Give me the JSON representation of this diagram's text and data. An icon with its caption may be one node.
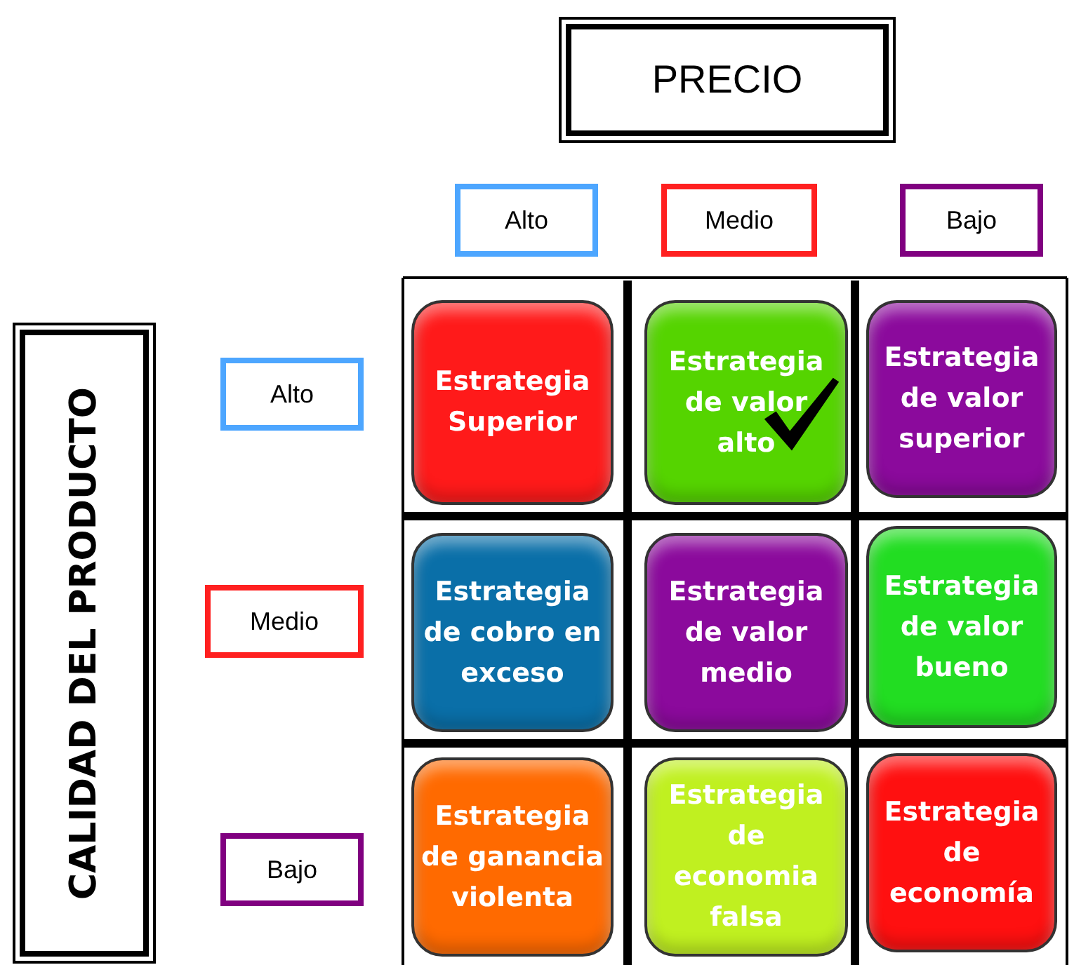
{
  "diagram": {
    "nodes": [
      {
        "text": [
          "PRECIO"
        ]
      },
      {
        "text": [
          "Alto"
        ]
      },
      {
        "text": [
          "Medio"
        ]
      },
      {
        "text": [
          "Bajo"
        ]
      },
      {
        "text": [
          "CALIDAD DEL PRODUCTO"
        ]
      },
      {
        "text": [
          "Alto"
        ]
      },
      {
        "text": [
          "Estrategia Superior"
        ]
      },
      {
        "text": [
          "Estrategia de valor alto"
        ]
      },
      {
        "text": [
          "Estrategia de valor superior"
        ]
      },
      {
        "text": [
          "Medio"
        ]
      },
      {
        "text": [
          "Estrategia de cobro en exceso"
        ]
      },
      {
        "text": [
          "Estrategia de valor medio"
        ]
      },
      {
        "text": [
          "Estrategia de valor bueno"
        ]
      },
      {
        "text": [
          "Bajo"
        ]
      },
      {
        "text": [
          "Estrategia de ganancia violenta"
        ]
      },
      {
        "text": [
          "Estrategia de economia falsa"
        ]
      },
      {
        "text": [
          "Estrategia de economía"
        ]
      }
    ]
  }
}
